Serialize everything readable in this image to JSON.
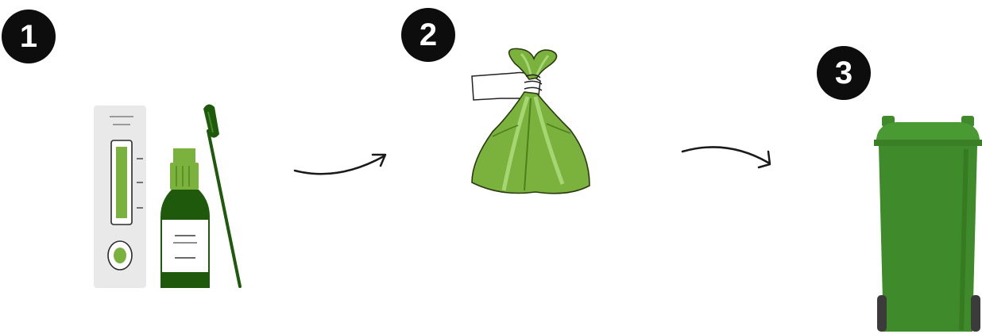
{
  "steps": [
    {
      "number": "1",
      "icon": "rapid-test-kit-icon"
    },
    {
      "number": "2",
      "icon": "tied-waste-bag-icon"
    },
    {
      "number": "3",
      "icon": "wheelie-bin-icon"
    }
  ],
  "colors": {
    "dark_green": "#1f5a0c",
    "bag_green": "#7bb13d",
    "light_green": "#a6d673",
    "bin_green": "#3f8a2a",
    "badge": "#0d0d0d"
  }
}
